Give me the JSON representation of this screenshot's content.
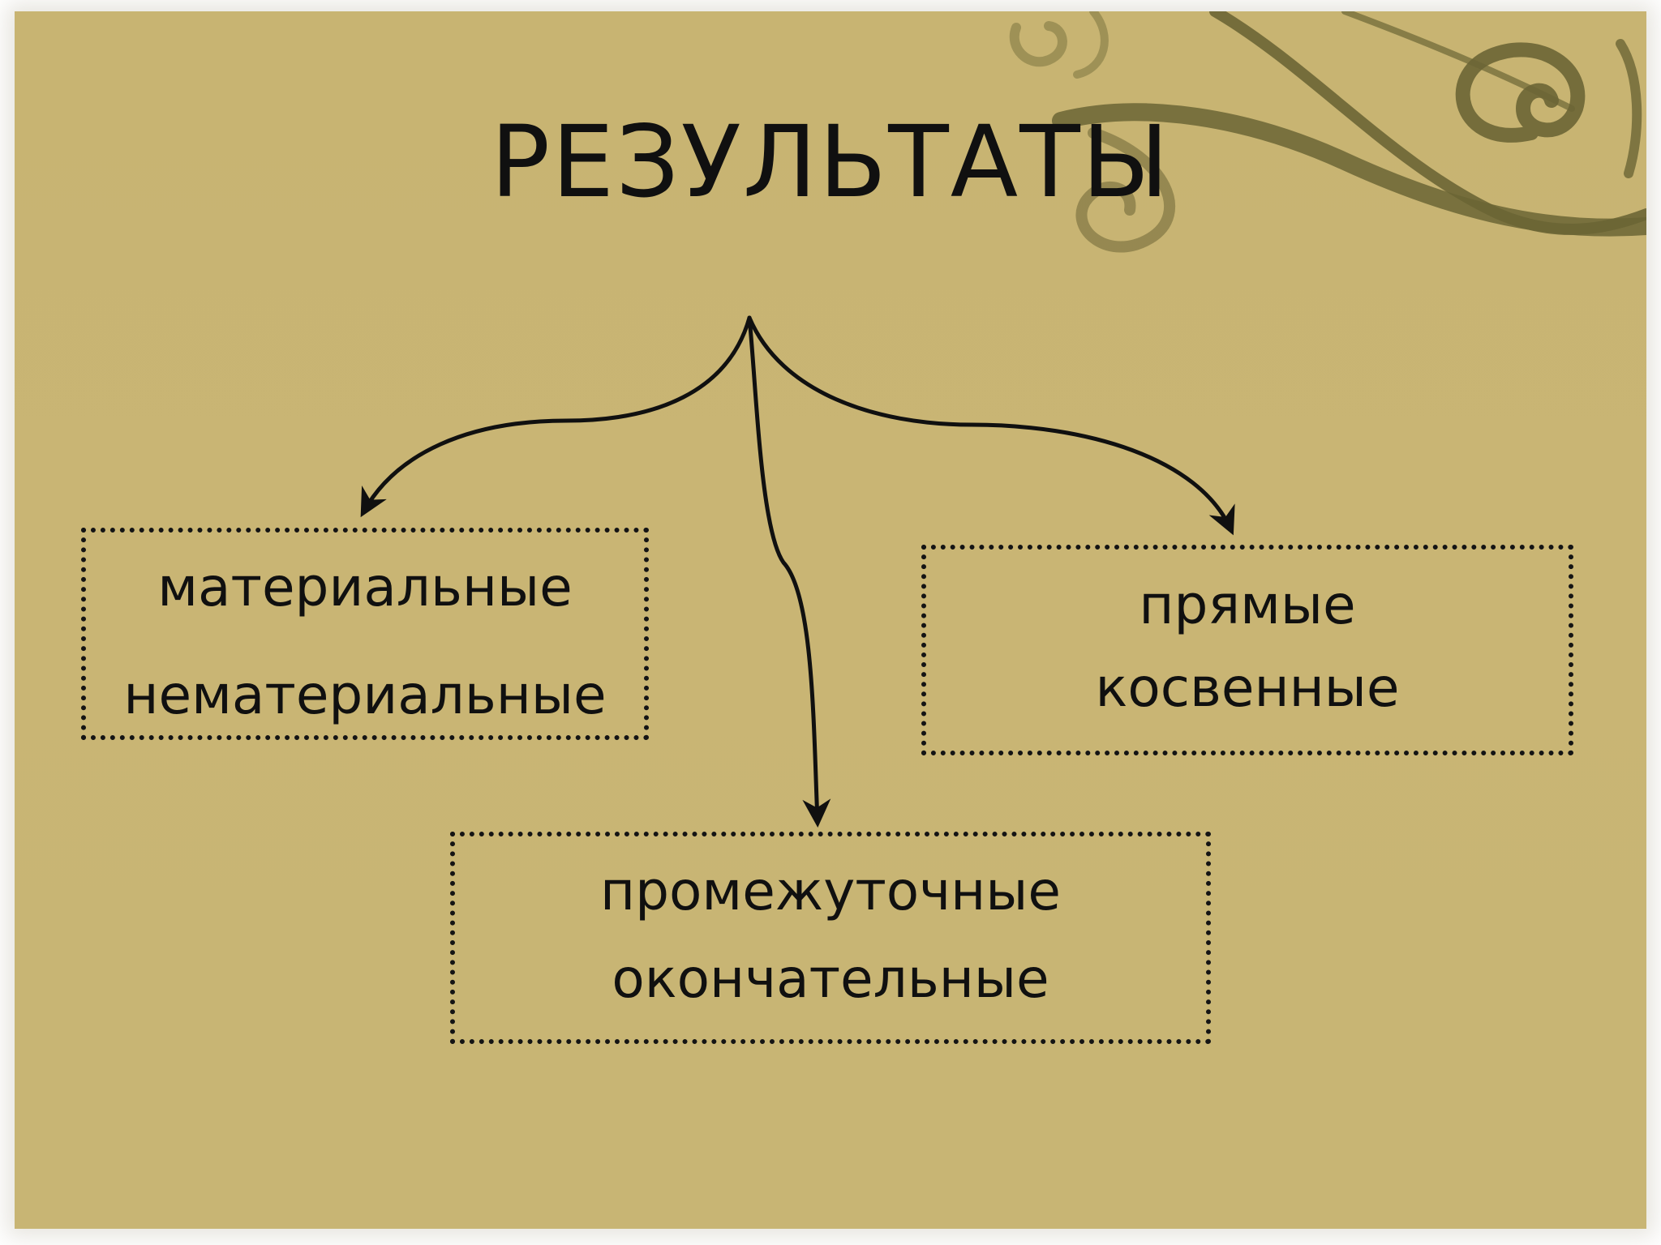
{
  "title": "РЕЗУЛЬТАТЫ",
  "colors": {
    "background": "#c8b472",
    "ornament": "#6b6535",
    "ink": "#101010"
  },
  "nodes": {
    "left": {
      "line1": "материальные",
      "line2": "нематериальные"
    },
    "right": {
      "line1": "прямые",
      "line2": "косвенные"
    },
    "bottom": {
      "line1": "промежуточные",
      "line2": "окончательные"
    }
  },
  "edges": [
    {
      "from": "title",
      "to": "left"
    },
    {
      "from": "title",
      "to": "bottom"
    },
    {
      "from": "title",
      "to": "right"
    }
  ]
}
